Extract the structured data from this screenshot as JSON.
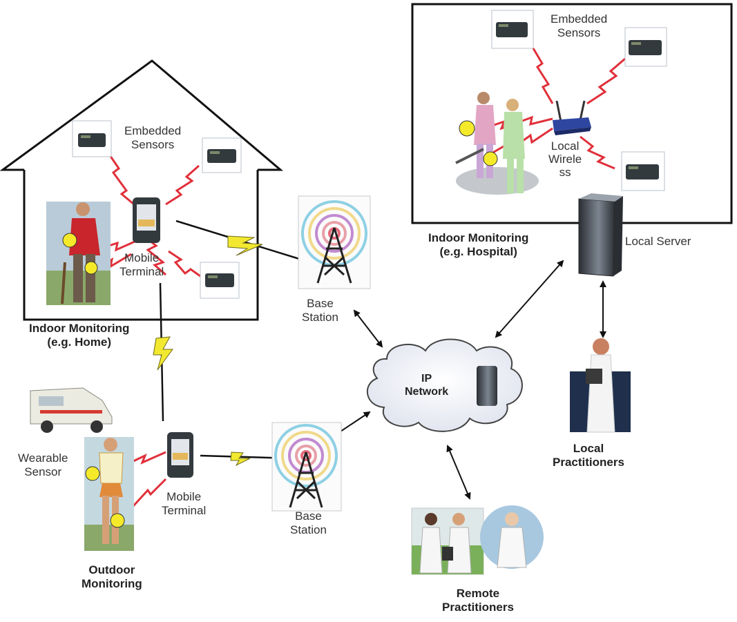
{
  "home": {
    "title_line1": "Indoor Monitoring",
    "title_line2": "(e.g. Home)",
    "sensors_line1": "Embedded",
    "sensors_line2": "Sensors",
    "terminal_line1": "Mobile",
    "terminal_line2": "Terminal"
  },
  "hospital": {
    "title_line1": "Indoor Monitoring",
    "title_line2": "(e.g. Hospital)",
    "sensors_line1": "Embedded",
    "sensors_line2": "Sensors",
    "wireless_line1": "Local",
    "wireless_line2": "Wirele",
    "wireless_line3": "ss",
    "server": "Local Server"
  },
  "base_station_top": {
    "line1": "Base",
    "line2": "Station"
  },
  "base_station_bottom": {
    "line1": "Base",
    "line2": "Station"
  },
  "network": {
    "line1": "IP",
    "line2": "Network"
  },
  "outdoor": {
    "title_line1": "Outdoor",
    "title_line2": "Monitoring",
    "sensor_line1": "Wearable",
    "sensor_line2": "Sensor",
    "terminal_line1": "Mobile",
    "terminal_line2": "Terminal"
  },
  "local_practitioners": {
    "line1": "Local",
    "line2": "Practitioners"
  },
  "remote_practitioners": {
    "line1": "Remote",
    "line2": "Practitioners"
  },
  "colors": {
    "wireless_link": "#e0303a",
    "long_range_link": "#f2e830",
    "sensor_dot": "#f4ea2a",
    "cloud": "#eef0f6",
    "device_body": "#333a3e"
  }
}
